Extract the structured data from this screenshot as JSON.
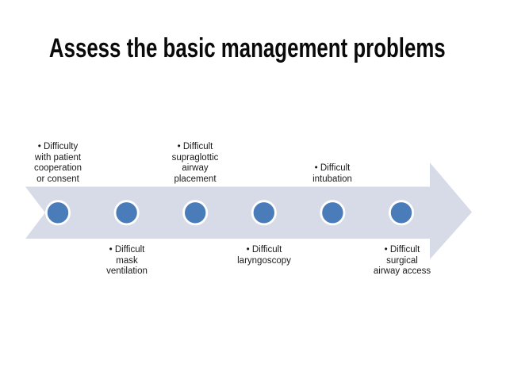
{
  "slide_title": "Assess the basic management problems",
  "timeline": {
    "type": "process-arrow-timeline",
    "milestones": [
      {
        "label": "• Difficulty\nwith patient\ncooperation\nor consent",
        "position": "above"
      },
      {
        "label": "• Difficult\nmask\nventilation",
        "position": "below"
      },
      {
        "label": "• Difficult\nsupraglottic\nairway\nplacement",
        "position": "above"
      },
      {
        "label": "• Difficult\nlaryngoscopy",
        "position": "below"
      },
      {
        "label": "• Difficult\nintubation",
        "position": "above"
      },
      {
        "label": "• Difficult\nsurgical\nairway access",
        "position": "below"
      }
    ]
  },
  "colors": {
    "background": "#ffffff",
    "arrow_fill": "#d6dbe7",
    "dot_fill": "#4a7cba",
    "dot_ring": "#ffffff",
    "title_text": "#0a0a0a",
    "label_text": "#1a1a1a"
  }
}
